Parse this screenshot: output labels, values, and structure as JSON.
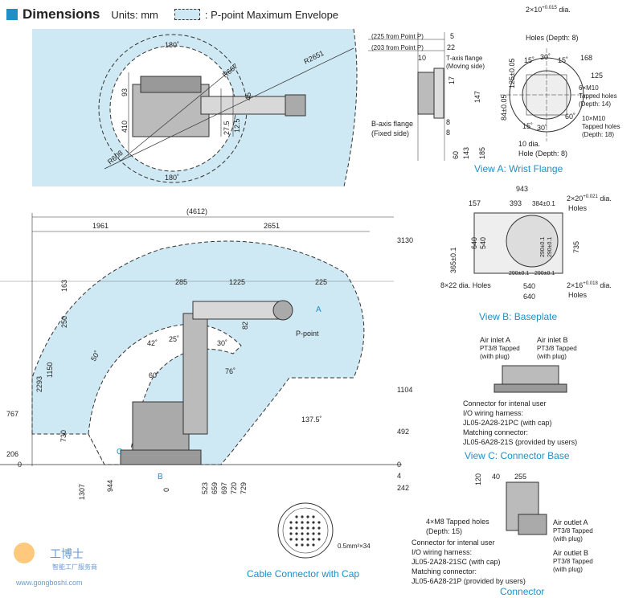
{
  "header": {
    "title": "Dimensions",
    "units": "Units: mm",
    "envelope_label": ": P-point Maximum Envelope"
  },
  "top_view": {
    "angle_top": "180˚",
    "angle_bottom": "180˚",
    "r_outer": "R2651",
    "r_667": "R667",
    "r_608": "R608",
    "d93": "93",
    "d410": "410",
    "d45": "45",
    "d27": "27.5",
    "d12": "12.5"
  },
  "flange": {
    "l225": "(225 from Point P)",
    "l203": "(203 from Point P)",
    "d5": "5",
    "d22": "22",
    "d10": "10",
    "d17": "17",
    "d147": "147",
    "d8a": "8",
    "d8b": "8",
    "t_axis": "T-axis flange",
    "t_axis2": "(Moving side)",
    "b_axis": "B-axis flange",
    "b_axis2": "(Fixed side)",
    "dia60": "60",
    "dia143": "143",
    "dia185": "185",
    "holes_top": "2×10",
    "tol_top": "+0.015",
    "holes_top_dia": " dia.",
    "holes_top2": "Holes (Depth: 8)",
    "a15a": "15˚",
    "a30a": "30˚",
    "a15b": "15˚",
    "d168": "168",
    "d125": "125",
    "m10a": "6×M10",
    "m10a2": "Tapped holes",
    "m10a3": "(Depth: 14)",
    "m10b": "10×M10",
    "m10b2": "Tapped holes",
    "m10b3": "(Depth: 18)",
    "a60": "60˚",
    "a30b": "30˚",
    "a15c": "15˚",
    "d125v": "125±0.05",
    "d84": "84±0.05",
    "holes_bot": "10",
    "holes_bot_dia": " dia.",
    "holes_bot2": "Hole (Depth: 8)",
    "caption": "View A: Wrist Flange"
  },
  "side": {
    "d4612": "(4612)",
    "d1961": "1961",
    "d2651": "2651",
    "d3130": "3130",
    "d285": "285",
    "d1225": "1225",
    "d225": "225",
    "d163": "163",
    "d250": "250",
    "d82": "82",
    "d1150": "1150",
    "d2293": "2293",
    "d730": "730",
    "d767": "767",
    "d206": "206",
    "d0l": "0",
    "d1104": "1104",
    "d492": "492",
    "d0r": "0",
    "d4": "4",
    "d242": "242",
    "a50": "50˚",
    "a42": "42˚",
    "a25": "25˚",
    "a60": "60˚",
    "a30": "30˚",
    "a76": "76˚",
    "a137": "137.5˚",
    "ppoint": "P-point",
    "A": "A",
    "B": "B",
    "C": "C",
    "b1307": "1307",
    "b944": "944",
    "b0": "0",
    "b523": "523",
    "b659": "659",
    "b697": "697",
    "b720": "720",
    "b729": "729"
  },
  "base": {
    "d943": "943",
    "d157": "157",
    "d393": "393",
    "d384": "384±0.1",
    "h_top": "2×20",
    "h_top_tol": "+0.021",
    "h_top_dia": " dia.",
    "h_top2": "Holes",
    "d365": "365±0.1",
    "d640v": "640",
    "d540v": "540",
    "d290a": "290±0.1",
    "d290b": "290±0.1",
    "d735": "735",
    "d290c": "290±0.1",
    "d290d": "290±0.1",
    "d540": "540",
    "d640": "640",
    "h_bl": "8×22 dia. Holes",
    "h_br": "2×16",
    "h_br_tol": "+0.018",
    "h_br_dia": " dia.",
    "h_br2": "Holes",
    "caption": "View B: Baseplate"
  },
  "conn_base": {
    "air_a": "Air inlet A",
    "air_a2": "PT3/8 Tapped",
    "air_a3": "(with plug)",
    "air_b": "Air inlet B",
    "air_b2": "PT3/8 Tapped",
    "air_b3": "(with plug)",
    "c1": "Connector for intenal user",
    "c2": "I/O wiring harness:",
    "c3": "JL05-2A28-21PC (with cap)",
    "c4": "Matching connector:",
    "c5": "JL05-6A28-21S (provided by users)",
    "caption": "View C: Connector Base"
  },
  "cable": {
    "label": "0.5mm²×34",
    "caption": "Cable Connector with Cap"
  },
  "connector": {
    "d120": "120",
    "d40": "40",
    "d255": "255",
    "m8": "4×M8 Tapped holes",
    "m8b": "(Depth: 15)",
    "c1": "Connector for intenal user",
    "c2": "I/O wiring harness:",
    "c3": "JL05-2A28-21SC (with cap)",
    "c4": "Matching connector:",
    "c5": "JL05-6A28-21P (provided by users)",
    "oa": "Air outlet A",
    "oa2": "PT3/8 Tapped",
    "oa3": "(with plug)",
    "ob": "Air outlet B",
    "ob2": "PT3/8 Tapped",
    "ob3": "(with plug)",
    "caption": "Connector"
  },
  "watermark": {
    "cn": "工博士",
    "sub": "智能工厂服务商",
    "url": "www.gongboshi.com"
  }
}
